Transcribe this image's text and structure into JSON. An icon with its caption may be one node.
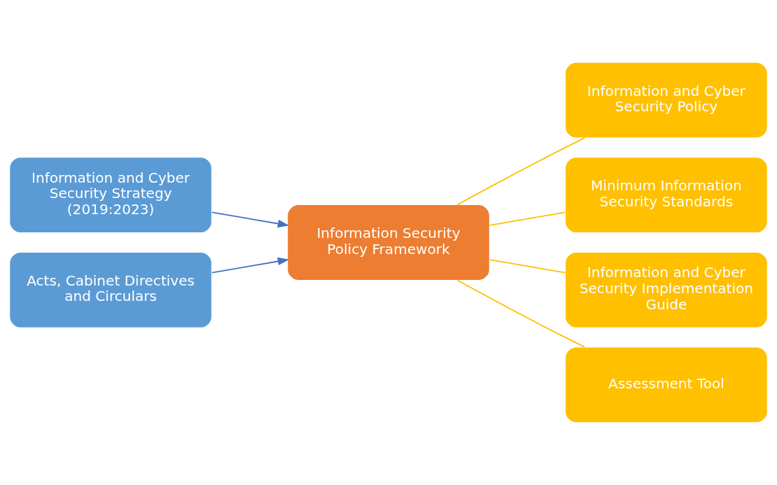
{
  "diagram": {
    "nodes": [
      {
        "text": [
          "Information and Cyber Security Strategy (2019:2023)"
        ]
      },
      {
        "text": [
          "Acts, Cabinet Directives and Circulars"
        ]
      },
      {
        "text": [
          "Information Security Policy Framework"
        ]
      },
      {
        "text": [
          "Information and Cyber Security Policy"
        ]
      },
      {
        "text": [
          "Minimum Information Security Standards"
        ]
      },
      {
        "text": [
          "Information and Cyber Security Implementation Guide"
        ]
      },
      {
        "text": [
          "Assessment Tool"
        ]
      }
    ],
    "edges": [
      {
        "from": 0,
        "to": 2,
        "arrow": "to",
        "color": "#4472c4"
      },
      {
        "from": 1,
        "to": 2,
        "arrow": "to",
        "color": "#4472c4"
      },
      {
        "from": 2,
        "to": 3,
        "arrow": "none"
      },
      {
        "from": 2,
        "to": 4,
        "arrow": "none"
      },
      {
        "from": 2,
        "to": 5,
        "arrow": "none"
      },
      {
        "from": 2,
        "to": 6,
        "arrow": "none"
      }
    ]
  }
}
